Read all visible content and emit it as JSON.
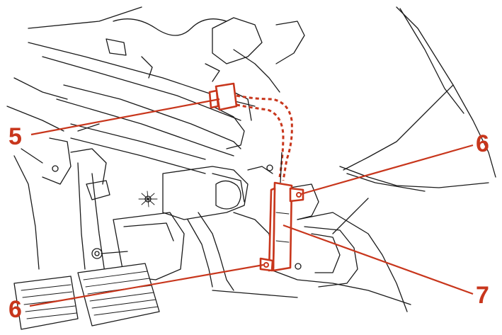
{
  "callouts": [
    {
      "id": "c5",
      "label": "5"
    },
    {
      "id": "c6a",
      "label": "6"
    },
    {
      "id": "c6b",
      "label": "6"
    },
    {
      "id": "c7",
      "label": "7"
    }
  ],
  "colors": {
    "callout": "#c8361c",
    "line_art": "#1a1a1a",
    "background": "#ffffff"
  }
}
